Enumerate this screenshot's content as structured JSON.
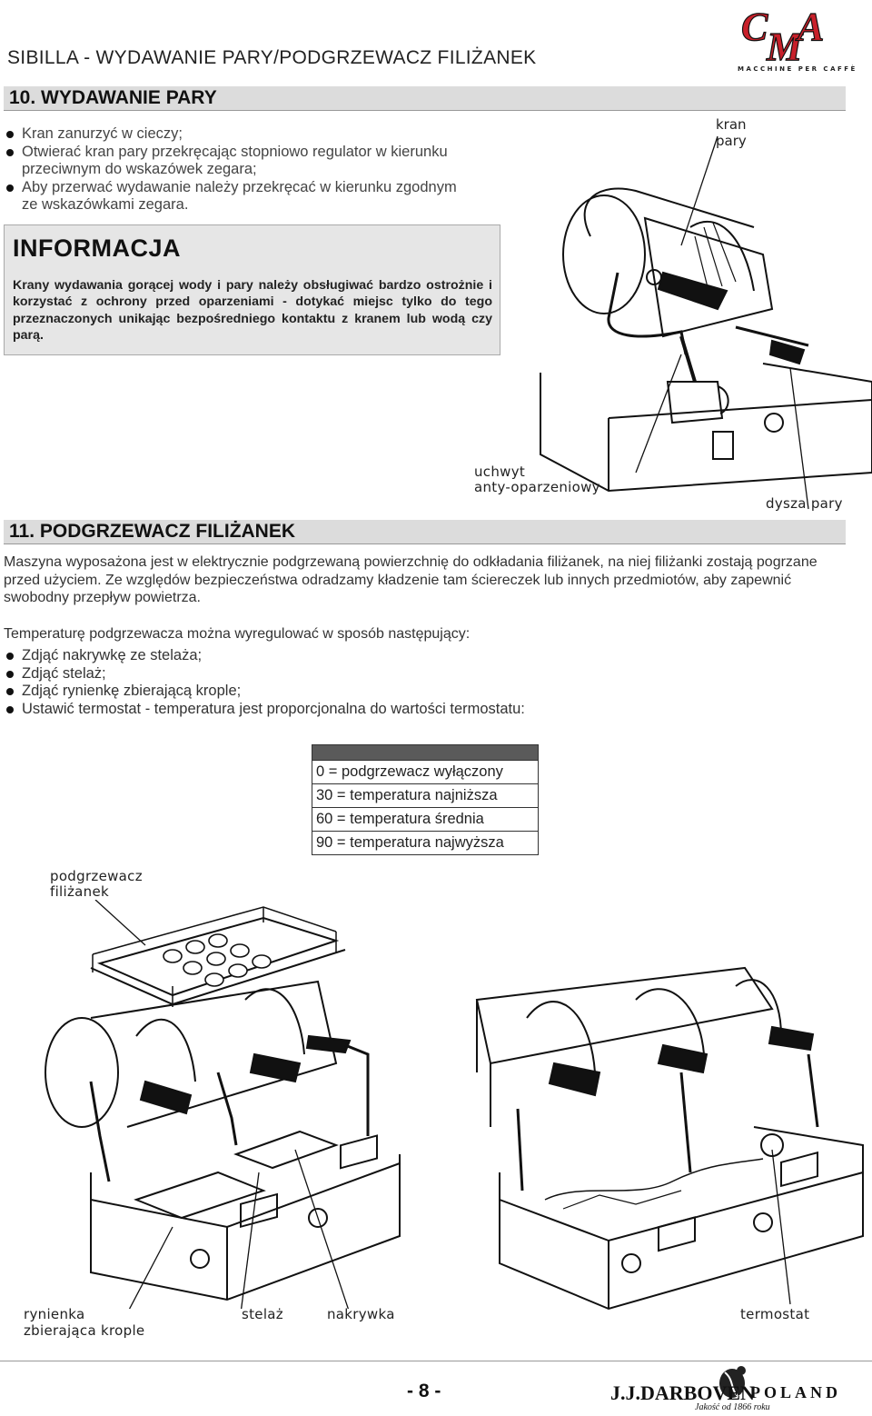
{
  "header": {
    "title": "SIBILLA - WYDAWANIE PARY/PODGRZEWACZ FILIŻANEK",
    "logo_text": "CMA",
    "logo_subtitle": "MACCHINE PER CAFFÈ"
  },
  "section10": {
    "title": "10. WYDAWANIE PARY",
    "bullets": [
      "Kran zanurzyć w cieczy;",
      "Otwierać kran pary przekręcając stopniowo regulator w kierunku przeciwnym do wskazówek zegara;",
      "Aby przerwać wydawanie należy przekręcać w kierunku zgodnym ze wskazówkami zegara."
    ],
    "info": {
      "title": "INFORMACJA",
      "text": "Krany wydawania gorącej wody i pary należy obsługiwać bardzo ostrożnie i korzystać z ochrony przed oparzeniami - dotykać miejsc tylko do tego przeznaczonych unikając bezpośredniego kontaktu z kranem lub wodą czy parą."
    },
    "figure_labels": {
      "kran": "kran",
      "pary": "pary",
      "uchwyt": "uchwyt",
      "anty": "anty-oparzeniowy",
      "dysza": "dysza pary"
    }
  },
  "section11": {
    "title": "11. PODGRZEWACZ FILIŻANEK",
    "paragraph1": "Maszyna wyposażona jest w elektrycznie podgrzewaną powierzchnię do odkładania filiżanek, na niej filiżanki zostają pogrzane przed użyciem. Ze względów bezpieczeństwa odradzamy kładzenie tam ściereczek lub innych przedmiotów, aby zapewnić swobodny przepływ powietrza.",
    "paragraph2": "Temperaturę podgrzewacza można wyregulować w sposób następujący:",
    "steps": [
      "Zdjąć nakrywkę ze stelaża;",
      "Zdjąć stelaż;",
      "Zdjąć rynienkę zbierającą krople;",
      "Ustawić termostat - temperatura jest proporcjonalna do wartości termostatu:"
    ],
    "thermostat_table": [
      "0 = podgrzewacz wyłączony",
      "30 = temperatura najniższa",
      "60 = temperatura średnia",
      "90 = temperatura najwyższa"
    ],
    "figure_labels": {
      "podgrzewacz": "podgrzewacz",
      "filizanek": "filiżanek",
      "rynienka": "rynienka",
      "zbierajaca": "zbierająca krople",
      "stelaz": "stelaż",
      "nakrywka": "nakrywka",
      "termostat": "termostat"
    }
  },
  "footer": {
    "page": "- 8 -",
    "brand": "J.J.DARBOVEN",
    "country": "POLAND",
    "tagline": "Jakość od 1866 roku"
  }
}
